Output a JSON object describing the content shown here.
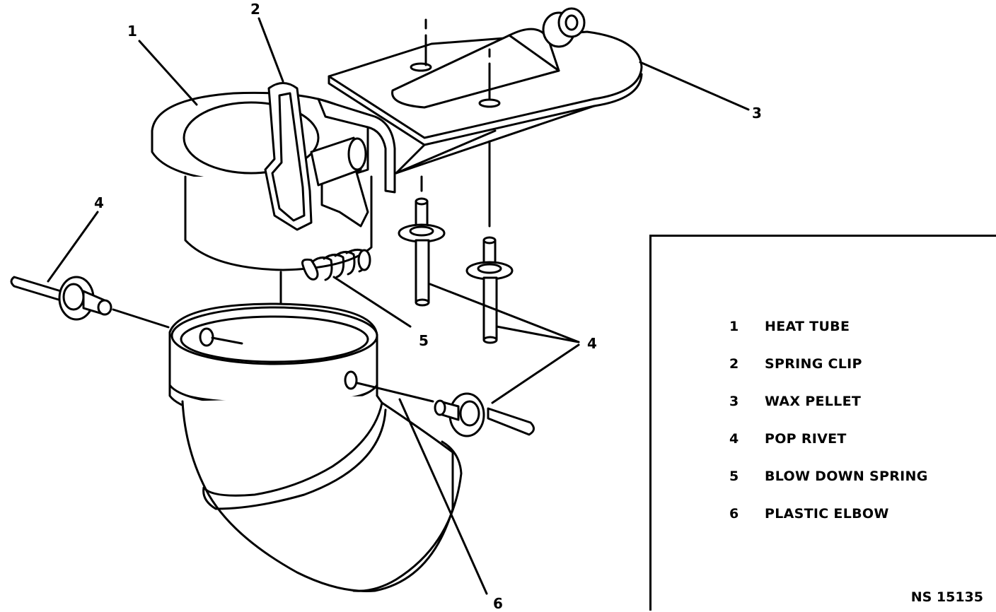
{
  "callouts": {
    "c1": "1",
    "c2": "2",
    "c3": "3",
    "c4a": "4",
    "c4b": "4",
    "c5": "5",
    "c6": "6"
  },
  "legend": [
    {
      "num": "1",
      "label": "HEAT TUBE"
    },
    {
      "num": "2",
      "label": "SPRING CLIP"
    },
    {
      "num": "3",
      "label": "WAX PELLET"
    },
    {
      "num": "4",
      "label": "POP RIVET"
    },
    {
      "num": "5",
      "label": "BLOW DOWN SPRING"
    },
    {
      "num": "6",
      "label": "PLASTIC ELBOW"
    }
  ],
  "figure_id": "NS 15135"
}
